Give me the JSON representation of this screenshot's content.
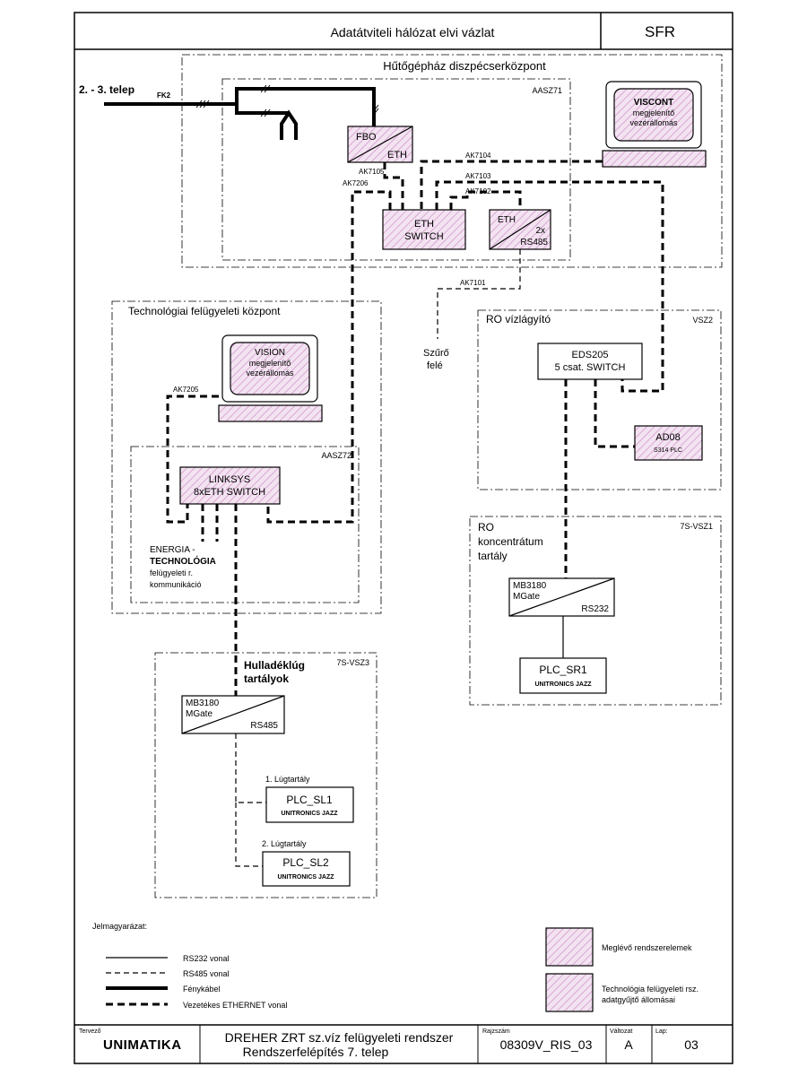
{
  "title": "Adatátviteli hálózat elvi vázlat",
  "code": "SFR",
  "zones": {
    "cooling": "Hűtőgépház diszpécserközpont",
    "cooling_id": "AASZ71",
    "tech": "Technológiai felügyeleti központ",
    "tech_id": "AASZ72",
    "ro_valve": "RO vízlágyító",
    "ro_valve_id": "VSZ2",
    "ro_conc_l1": "RO",
    "ro_conc_l2": "koncentrátum",
    "ro_conc_l3": "tartály",
    "ro_conc_id": "7S-VSZ1",
    "waste_l1": "Hulladéklúg",
    "waste_l2": "tartályok",
    "waste_id": "7S-VSZ3"
  },
  "labels": {
    "telep": "2. - 3. telep",
    "fk2": "FK2",
    "szuro_l1": "Szűrő",
    "szuro_l2": "felé",
    "energia_l1": "ENERGIA -",
    "energia_l2": "TECHNOLÓGIA",
    "energia_l3": "felügyeleti r.",
    "energia_l4": "kommunikáció",
    "lug1": "1. Lúgtartály",
    "lug2": "2. Lúgtartály"
  },
  "cables": {
    "ak7104": "AK7104",
    "ak7105": "AK7105",
    "ak7103": "AK7103",
    "ak7206": "AK7206",
    "ak7102": "AK7102",
    "ak7101": "AK7101",
    "ak7205": "AK7205"
  },
  "devices": {
    "fbo": "FBO",
    "fbo_eth": "ETH",
    "eth_switch_l1": "ETH",
    "eth_switch_l2": "SWITCH",
    "conv_eth": "ETH",
    "conv_2x": "2x",
    "conv_rs485": "RS485",
    "viscont_l1": "VISCONT",
    "viscont_l2": "megjelenítő",
    "viscont_l3": "vezérállomás",
    "vision_l1": "VISION",
    "vision_l2": "megjelenítő",
    "vision_l3": "vezérállomás",
    "linksys_l1": "LINKSYS",
    "linksys_l2": "8xETH SWITCH",
    "eds_l1": "EDS205",
    "eds_l2": "5 csat. SWITCH",
    "ad08_l1": "AD08",
    "ad08_l2": "S314 PLC",
    "mb1_l1": "MB3180",
    "mb1_l2": "MGate",
    "mb1_port": "RS232",
    "plc_sr1": "PLC_SR1",
    "plc_sr1_sub": "UNITRONICS JAZZ",
    "mb2_l1": "MB3180",
    "mb2_l2": "MGate",
    "mb2_port": "RS485",
    "plc_sl1": "PLC_SL1",
    "plc_sl1_sub": "UNITRONICS JAZZ",
    "plc_sl2": "PLC_SL2",
    "plc_sl2_sub": "UNITRONICS JAZZ"
  },
  "legend": {
    "title": "Jelmagyarázat:",
    "rs232": "RS232 vonal",
    "rs485": "RS485 vonal",
    "fiber": "Fénykábel",
    "ethernet": "Vezetékes ETHERNET vonal",
    "existing": "Meglévő rendszerelemek",
    "tech_l1": "Technológia felügyeleti rsz.",
    "tech_l2": "adatgyűjtő állomásai"
  },
  "titleblock": {
    "designer_label": "Tervező",
    "company": "UNIMATIKA",
    "project_l1": "DREHER ZRT sz.víz felügyeleti rendszer",
    "project_l2": "Rendszerfelépítés 7. telep",
    "drawing_label": "Rajzszám",
    "drawing_no": "08309V_RIS_03",
    "version_label": "Változat",
    "version": "A",
    "sheet_label": "Lap:",
    "sheet": "03"
  },
  "colors": {
    "hatch": "#d9a8d4",
    "hatch_bg": "#f3e3f1"
  }
}
